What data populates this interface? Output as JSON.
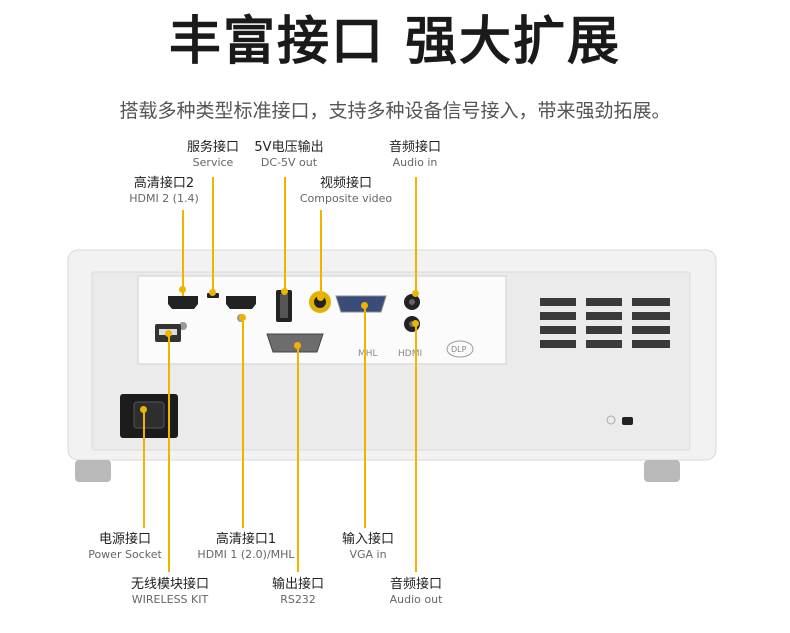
{
  "header": {
    "title": "丰富接口 强大扩展",
    "subtitle": "搭载多种类型标准接口，支持多种设备信号接入，带来强劲拓展。"
  },
  "panel_marks": {
    "mhl": "MHL",
    "hdmi": "HDMI",
    "dlp": "DLP"
  },
  "ports": [
    {
      "zh": "服务接口",
      "en": "Service"
    },
    {
      "zh": "5V电压输出",
      "en": "DC-5V out"
    },
    {
      "zh": "音频接口",
      "en": "Audio in"
    },
    {
      "zh": "高清接口2",
      "en": "HDMI 2 (1.4)"
    },
    {
      "zh": "视频接口",
      "en": "Composite video"
    },
    {
      "zh": "电源接口",
      "en": "Power Socket"
    },
    {
      "zh": "高清接口1",
      "en": "HDMI 1 (2.0)/MHL"
    },
    {
      "zh": "输入接口",
      "en": "VGA in"
    },
    {
      "zh": "无线模块接口",
      "en": "WIRELESS KIT"
    },
    {
      "zh": "输出接口",
      "en": "RS232"
    },
    {
      "zh": "音频接口",
      "en": "Audio out"
    }
  ],
  "colors": {
    "accent": "#f0b400",
    "body": "#f1f1f1",
    "panel": "#fafafa"
  }
}
